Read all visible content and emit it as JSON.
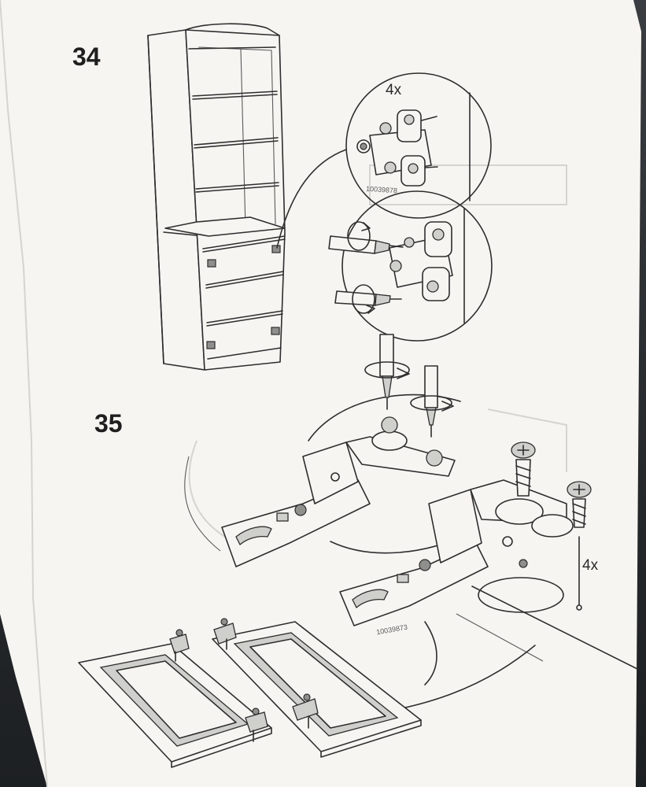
{
  "steps": [
    {
      "number": "34",
      "quantity": "4x",
      "part_code": "10039878"
    },
    {
      "number": "35",
      "quantity": "4x",
      "part_code": "10039873"
    }
  ],
  "icons": [
    "bookcase-icon",
    "hinge-icon",
    "screwdriver-icon",
    "rotate-arrow-icon",
    "door-frame-icon",
    "screw-icon"
  ],
  "colors": {
    "paper": "#f6f5f1",
    "ink": "#2e2e2e",
    "desk": "#2a2d31"
  }
}
